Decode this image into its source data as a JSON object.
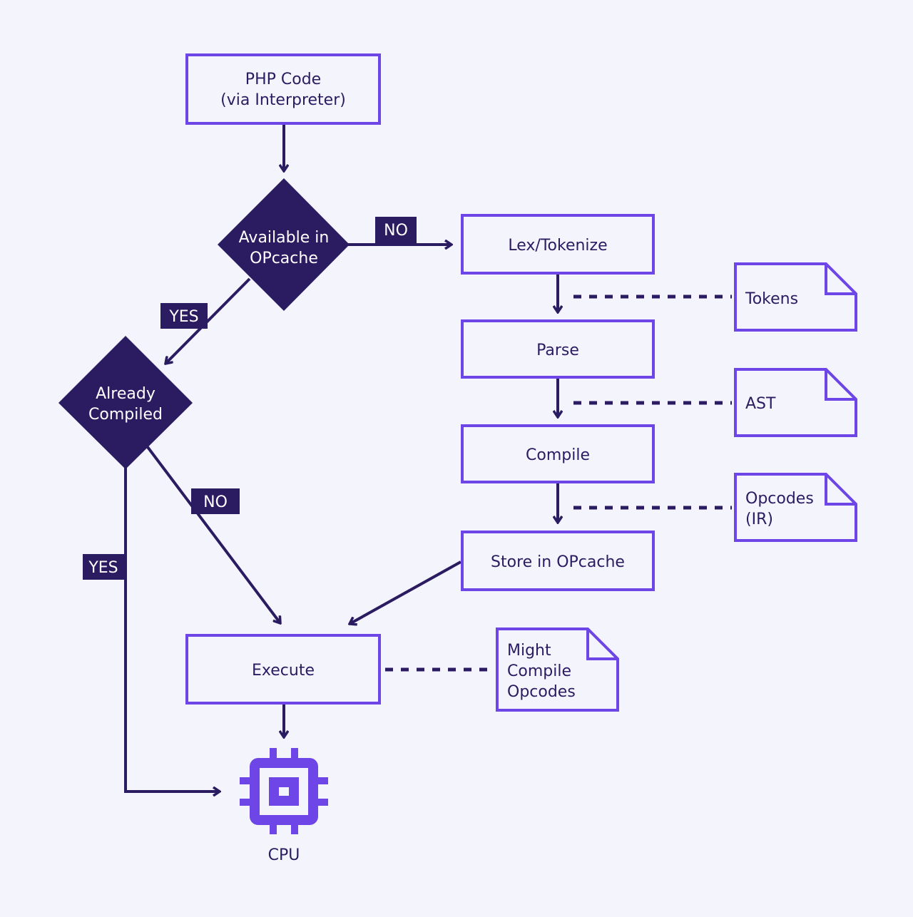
{
  "colors": {
    "background": "#f4f4fd",
    "accent": "#6e45e6",
    "dark": "#2b1c62",
    "white": "#ffffff"
  },
  "nodes": {
    "php_code": {
      "line1": "PHP Code",
      "line2": "(via Interpreter)"
    },
    "available": {
      "line1": "Available in",
      "line2": "OPcache"
    },
    "already": {
      "line1": "Already",
      "line2": "Compiled"
    },
    "lex": {
      "label": "Lex/Tokenize"
    },
    "parse": {
      "label": "Parse"
    },
    "compile": {
      "label": "Compile"
    },
    "store": {
      "label": "Store in OPcache"
    },
    "execute": {
      "label": "Execute"
    },
    "cpu": {
      "label": "CPU",
      "icon": "cpu-icon"
    }
  },
  "notes": {
    "tokens": {
      "line1": "Tokens"
    },
    "ast": {
      "line1": "AST"
    },
    "opcodes": {
      "line1": "Opcodes",
      "line2": "(IR)"
    },
    "might": {
      "line1": "Might",
      "line2": "Compile",
      "line3": "Opcodes"
    }
  },
  "edges": {
    "available_no": "NO",
    "available_yes": "YES",
    "already_no": "NO",
    "already_yes": "YES"
  }
}
